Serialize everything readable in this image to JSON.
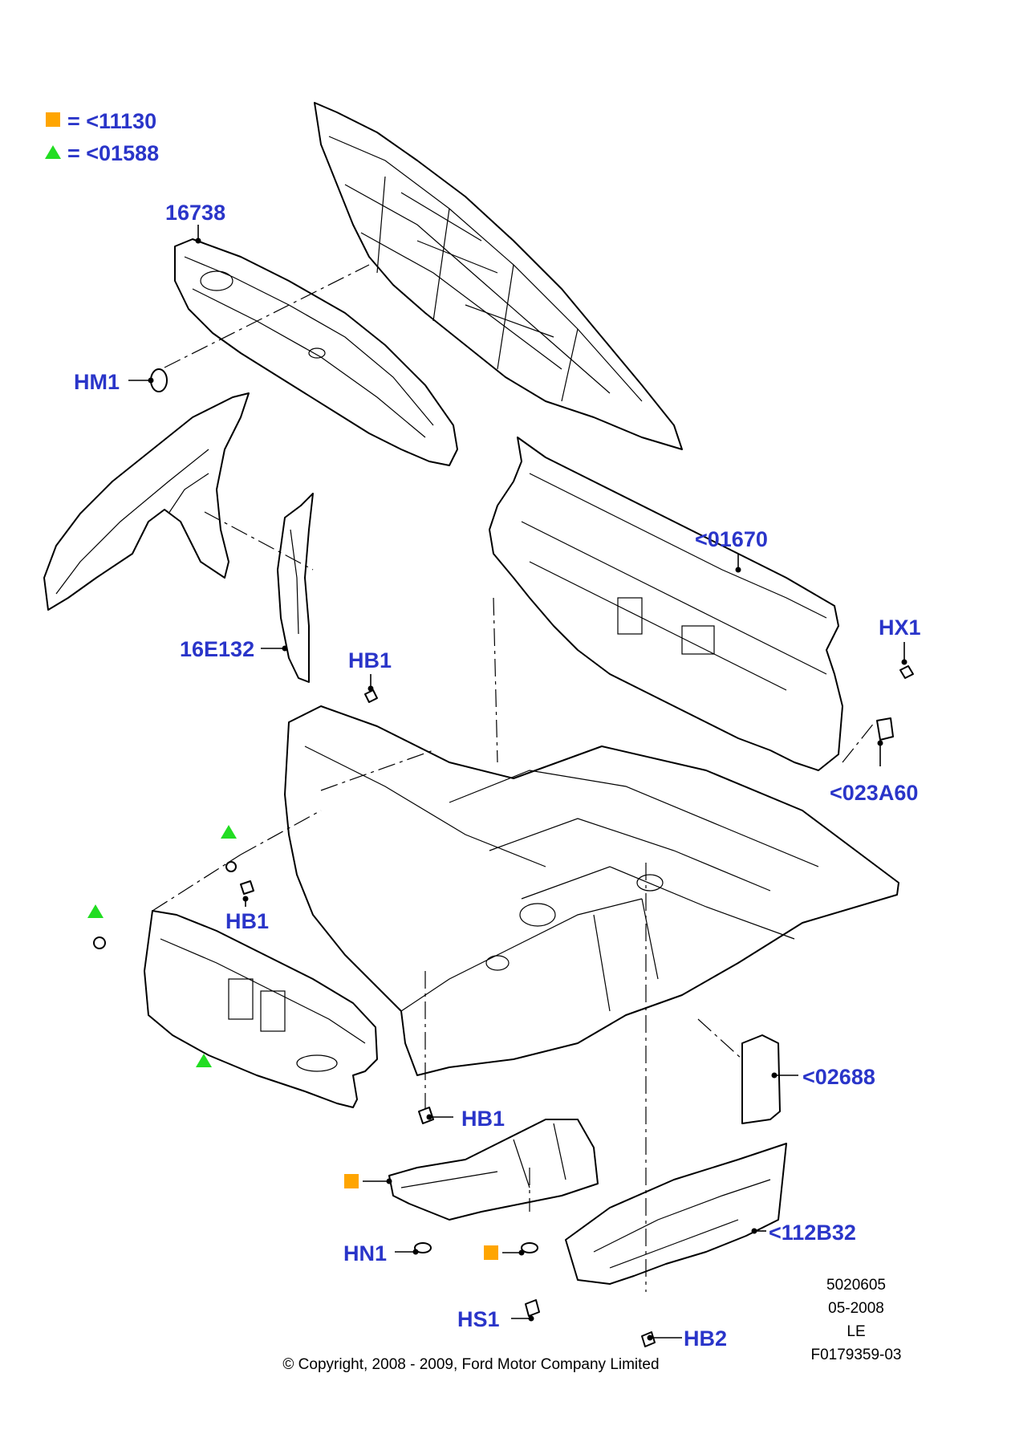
{
  "colors": {
    "label": "#2a35c9",
    "square_marker": "#ffa500",
    "triangle_marker": "#22dd22"
  },
  "legend": [
    {
      "marker": "square",
      "text": "= <11130"
    },
    {
      "marker": "triangle",
      "text": "= <01588"
    }
  ],
  "labels": {
    "l16738": "16738",
    "hm1": "HM1",
    "l01670": "<01670",
    "l16e132": "16E132",
    "hb1_top": "HB1",
    "hx1": "HX1",
    "l023a60": "<023A60",
    "hb1_left": "HB1",
    "l02688": "<02688",
    "hb1_bottom": "HB1",
    "hn1": "HN1",
    "l112b32": "<112B32",
    "hs1": "HS1",
    "hb2": "HB2"
  },
  "reference": [
    "5020605",
    "05-2008",
    "LE",
    "F0179359-03"
  ],
  "copyright": "© Copyright, 2008 - 2009, Ford Motor Company Limited"
}
